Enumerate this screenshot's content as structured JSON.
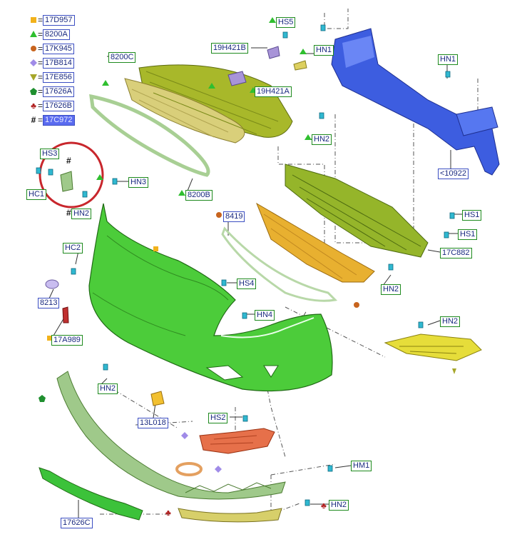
{
  "legend": [
    {
      "symbol": "square",
      "color": "#f2b21b",
      "code": "17D957"
    },
    {
      "symbol": "triangle",
      "color": "#2fbf2f",
      "code": "8200A"
    },
    {
      "symbol": "circle",
      "color": "#c8641e",
      "code": "17K945"
    },
    {
      "symbol": "diamond",
      "color": "#a08be8",
      "code": "17B814"
    },
    {
      "symbol": "triangle-down",
      "color": "#a6a62a",
      "code": "17E856"
    },
    {
      "symbol": "pentagon",
      "color": "#1f8f2f",
      "code": "17626A"
    },
    {
      "symbol": "club",
      "color": "#b02020",
      "code": "17626B"
    },
    {
      "symbol": "hash",
      "color": "#111111",
      "code": "17C972",
      "highlighted": true
    }
  ],
  "symbols": {
    "hash": "#",
    "equals": "="
  },
  "labels": {
    "hs5": "HS5",
    "h19h421b": "19H421B",
    "hn1a": "HN1",
    "hn1b": "HN1",
    "l8200c": "8200C",
    "h19h421a": "19H421A",
    "hn2a": "HN2",
    "l10922": "<10922",
    "hs3": "HS3",
    "hc1": "HC1",
    "hn3": "HN3",
    "l8200b": "8200B",
    "hn2b": "HN2",
    "l8419": "8419",
    "hs1a": "HS1",
    "hs1b": "HS1",
    "l17c882": "17C882",
    "hc2": "HC2",
    "hn2c": "HN2",
    "hs4": "HS4",
    "l8213": "8213",
    "hn4": "HN4",
    "l17a989": "17A989",
    "hn2d": "HN2",
    "hn2e": "HN2",
    "l13l018": "13L018",
    "hs2": "HS2",
    "hm1": "HM1",
    "hn2f": "HN2",
    "l17626c": "17626C"
  }
}
